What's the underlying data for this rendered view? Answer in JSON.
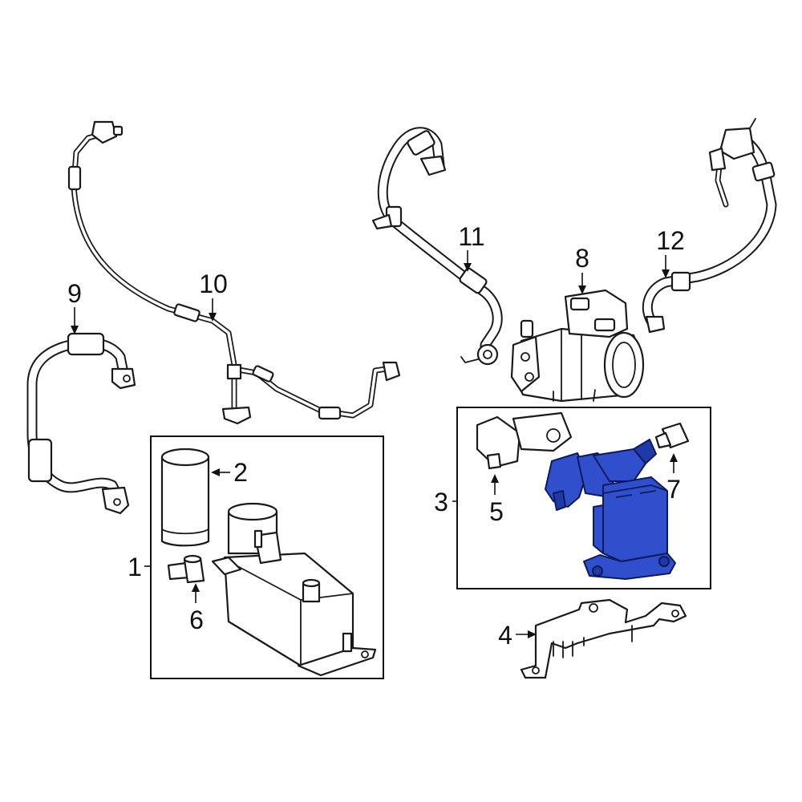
{
  "callouts": [
    "1",
    "2",
    "3",
    "4",
    "5",
    "6",
    "7",
    "8",
    "9",
    "10",
    "11",
    "12"
  ],
  "colors": {
    "highlight": "#2f4fcc",
    "line": "#1a1a1a",
    "background": "#ffffff"
  }
}
